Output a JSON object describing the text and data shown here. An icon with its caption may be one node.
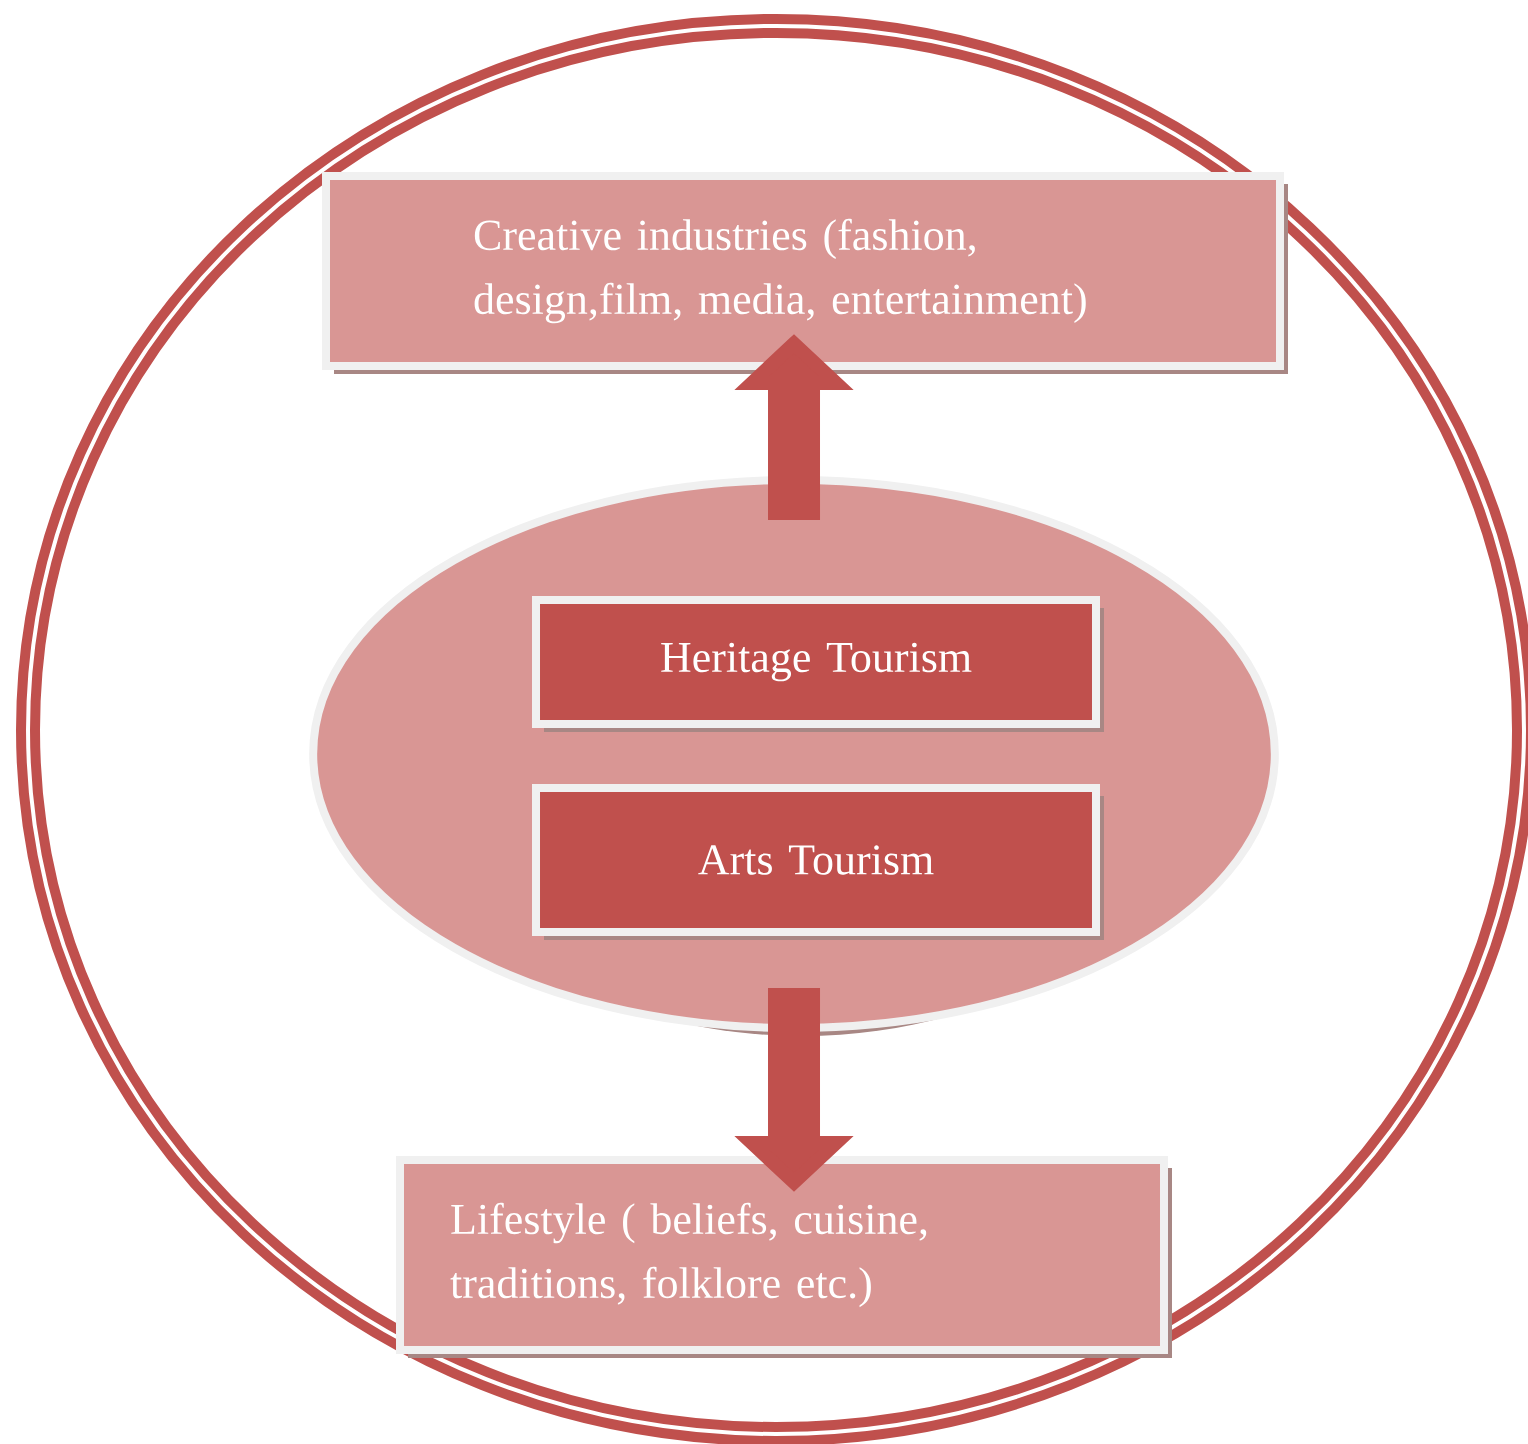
{
  "diagram": {
    "nodes": [
      {
        "text": [
          "Creative industries (fashion, design,film, media, entertainment)"
        ]
      },
      {
        "text": [],
        "shape": "ellipse"
      },
      {
        "text": [
          "Heritage Tourism"
        ],
        "in": 1
      },
      {
        "text": [
          "Arts Tourism"
        ],
        "in": 1
      },
      {
        "text": [
          "Lifestyle ( beliefs, cuisine, traditions, folklore etc.)"
        ]
      }
    ],
    "edges": [
      {
        "from": 1,
        "to": 0,
        "arrow": "to"
      },
      {
        "from": 1,
        "to": 4,
        "arrow": "to"
      }
    ]
  }
}
